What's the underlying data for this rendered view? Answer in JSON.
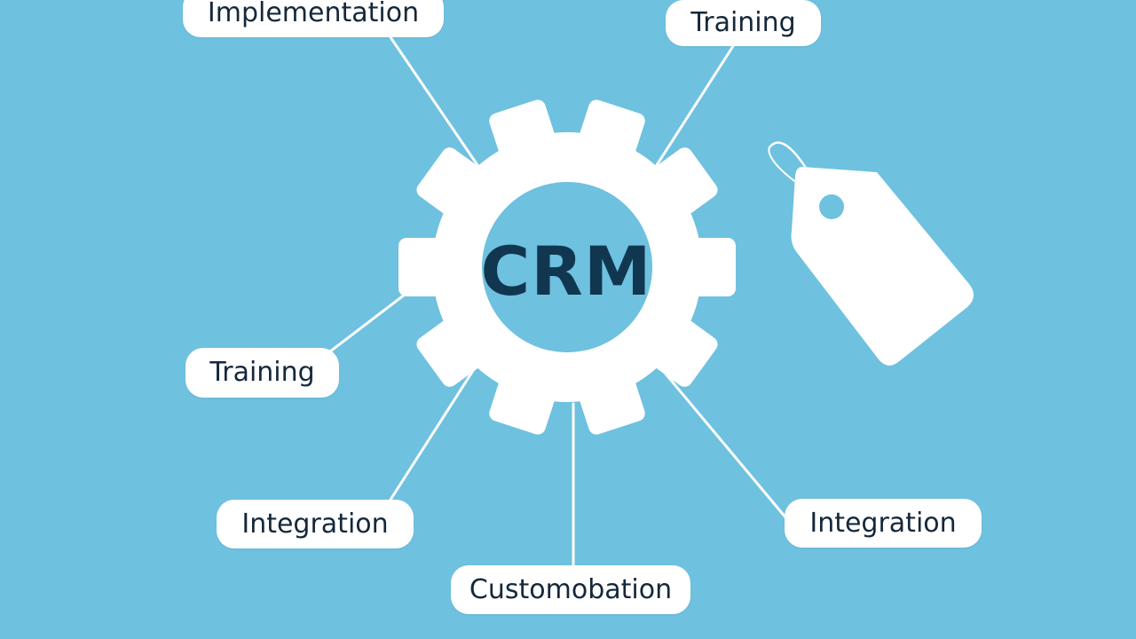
{
  "center": {
    "label": "CRM",
    "icon": "gear-icon"
  },
  "nodes": {
    "implementation": "Implementation",
    "training_top": "Training",
    "training_left": "Training",
    "integration_left": "Integration",
    "integration_right": "Integration",
    "customization": "Customobation"
  },
  "decoration": {
    "icon": "price-tag-icon"
  },
  "colors": {
    "background": "#6ec1df",
    "shape_fill": "#ffffff",
    "text": "#15283a",
    "crm_text": "#113750"
  }
}
